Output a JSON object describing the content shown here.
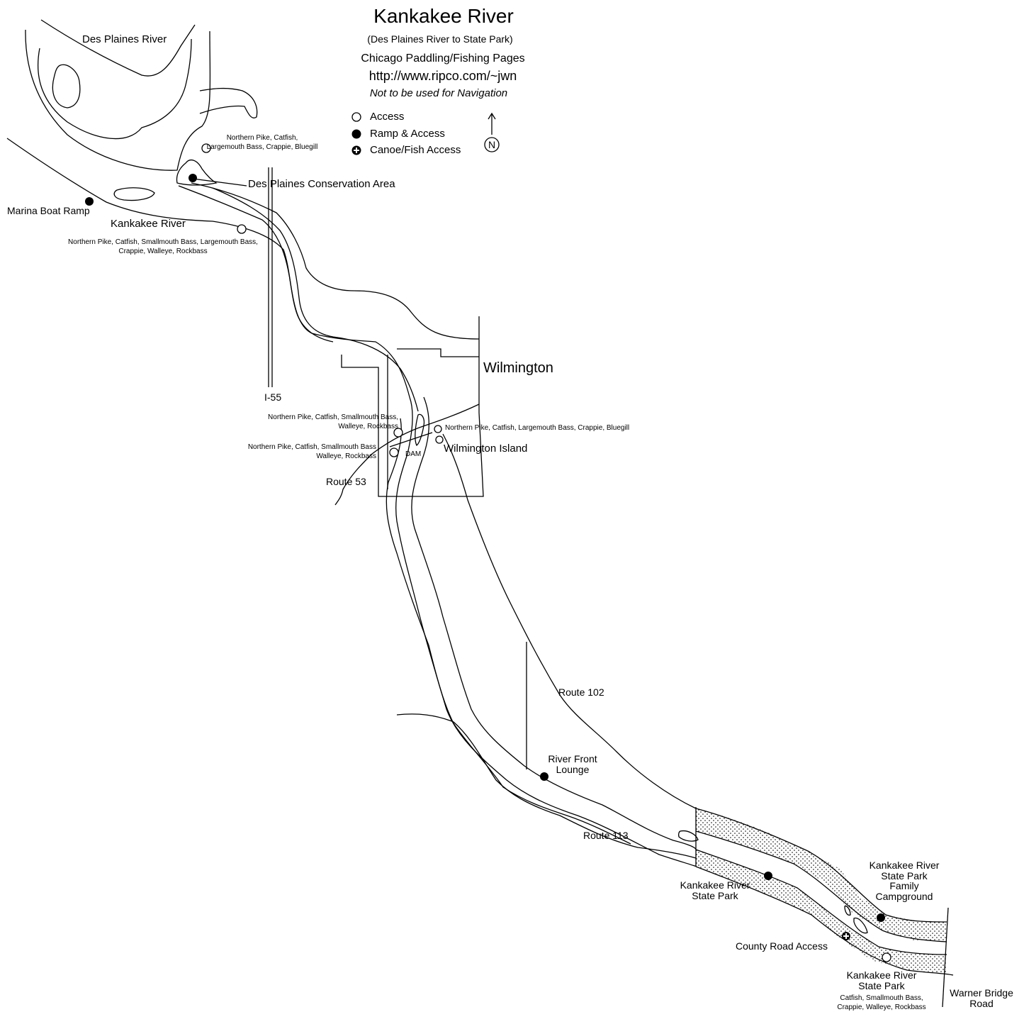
{
  "header": {
    "title": "Kankakee River",
    "subtitle": "(Des Plaines River to State Park)",
    "site": "Chicago Paddling/Fishing Pages",
    "url": "http://www.ripco.com/~jwn",
    "note": "Not to be used for Navigation"
  },
  "legend": {
    "access": "Access",
    "ramp": "Ramp & Access",
    "canoe": "Canoe/Fish Access",
    "north": "N"
  },
  "labels": {
    "des_plaines_river": "Des Plaines River",
    "fish_top": "Northern Pike, Catfish,\nLargemouth Bass, Crappie, Bluegill",
    "conservation_area": "Des Plaines Conservation Area",
    "marina": "Marina Boat Ramp",
    "kankakee_river": "Kankakee River",
    "fish_kankakee": "Northern Pike, Catfish, Smallmouth Bass, Largemouth Bass,\nCrappie, Walleye, Rockbass",
    "i55": "I-55",
    "wilmington": "Wilmington",
    "fish_w1": "Northern Pike, Catfish, Smallmouth Bass,\nWalleye, Rockbass",
    "fish_w2": "Northern Pike, Catfish, Smallmouth Bass\nWalleye, Rockbass",
    "fish_w3": "Northern Pike, Catfish,  Largemouth Bass, Crappie,  Bluegill",
    "dam": "DAM",
    "wilmington_island": "Wilmington Island",
    "route53": "Route 53",
    "route102": "Route 102",
    "riverfront": "River Front\nLounge",
    "route113": "Route 113",
    "state_park_left": "Kankakee River\nState Park",
    "state_park_right": "Kankakee River\nState Park\nFamily\nCampground",
    "county_road": "County Road Access",
    "state_park_bottom": "Kankakee River\nState Park",
    "fish_bottom": "Catfish, Smallmouth Bass,\nCrappie, Walleye, Rockbass",
    "warner": "Warner Bridge\nRoad"
  }
}
